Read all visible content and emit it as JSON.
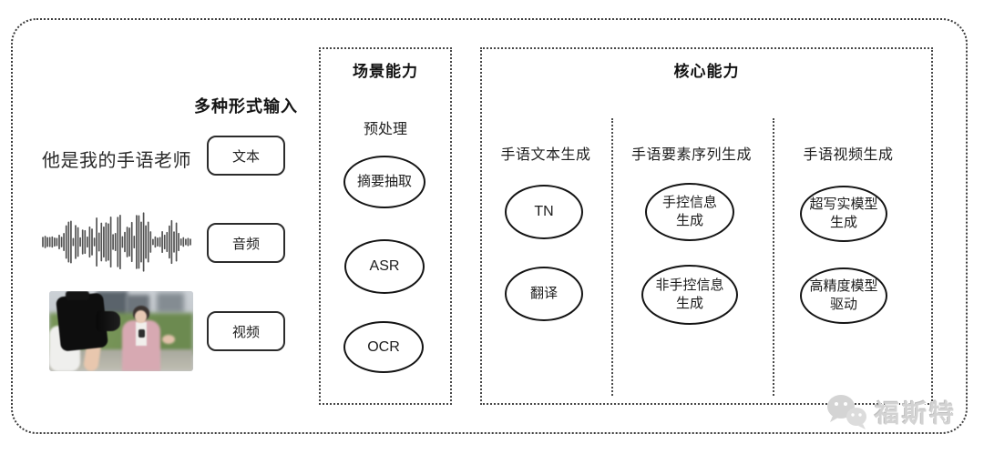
{
  "input_section": {
    "heading": "多种形式输入",
    "sample_text": "他是我的手语老师",
    "items": [
      {
        "label": "文本"
      },
      {
        "label": "音频"
      },
      {
        "label": "视频"
      }
    ],
    "media": {
      "waveform_icon": "audio-waveform-icon",
      "photo_description": "reporter-being-filmed-photo"
    }
  },
  "scene_box": {
    "title": "场景能力",
    "subtitle": "预处理",
    "nodes": [
      {
        "label": "摘要抽取"
      },
      {
        "label": "ASR"
      },
      {
        "label": "OCR"
      }
    ]
  },
  "core_box": {
    "title": "核心能力",
    "columns": [
      {
        "header": "手语文本生成",
        "nodes": [
          {
            "label": "TN"
          },
          {
            "label": "翻译"
          }
        ]
      },
      {
        "header": "手语要素序列生成",
        "nodes": [
          {
            "label": "手控信息生成"
          },
          {
            "label": "非手控信息生成"
          }
        ]
      },
      {
        "header": "手语视频生成",
        "nodes": [
          {
            "label": "超写实模型生成"
          },
          {
            "label": "高精度模型驱动"
          }
        ]
      }
    ]
  },
  "watermark": {
    "icon": "wechat-icon",
    "text": "福斯特"
  },
  "colors": {
    "line": "#1c1c1c",
    "dotted_border": "#3c3c3c",
    "watermark_gray": "#d3d3d3",
    "background": "#ffffff"
  }
}
